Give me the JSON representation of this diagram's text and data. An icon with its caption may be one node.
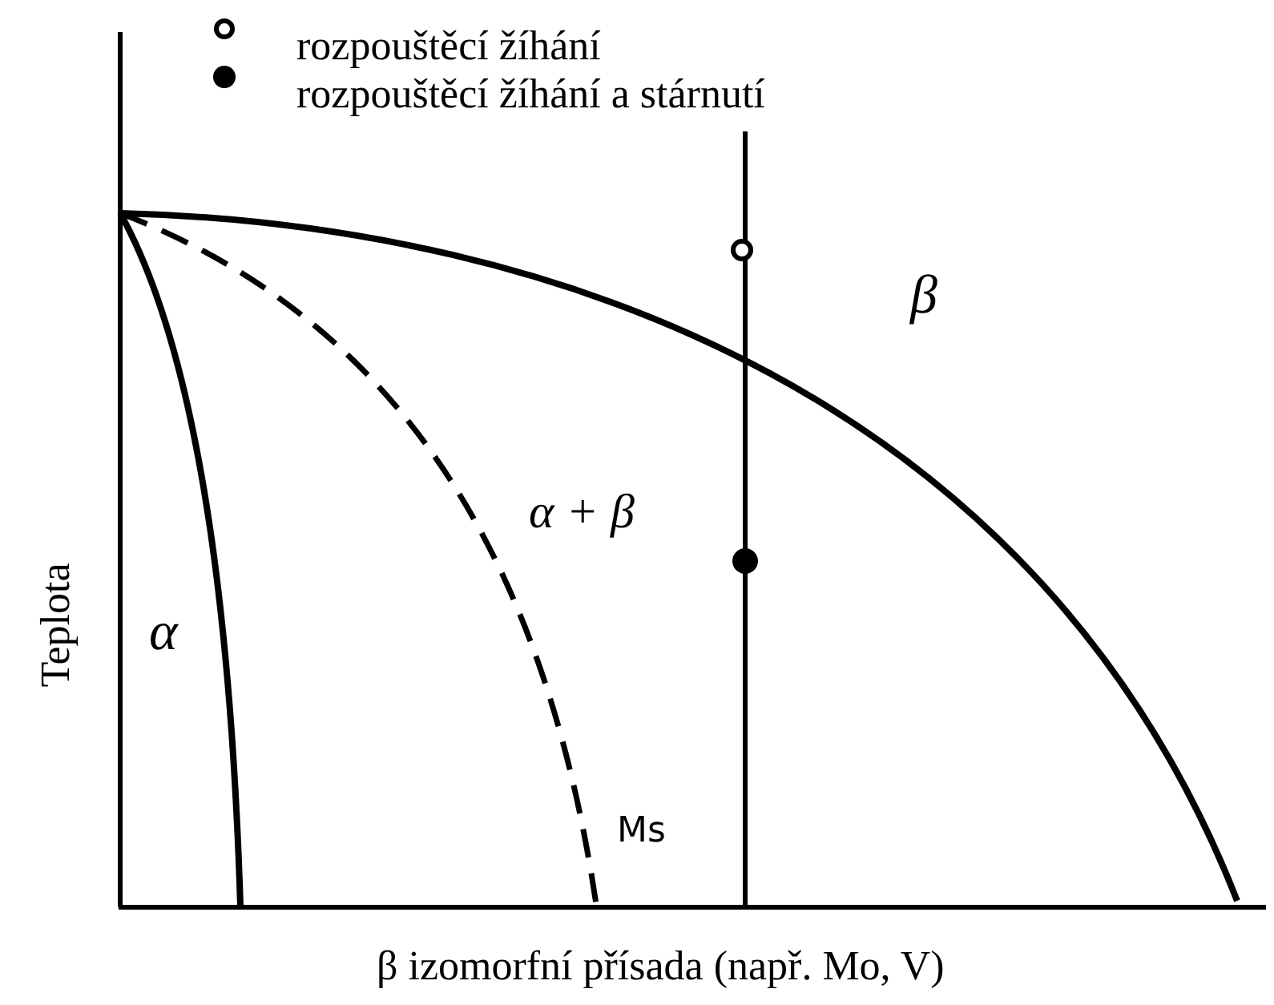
{
  "diagram": {
    "labels": [
      "β",
      "α + β",
      "α",
      "Ms",
      "Teplota",
      "β izomorfní přísada (např. Mo, V)"
    ],
    "legend": [
      {
        "text": "rozpouštěcí žíhání"
      },
      {
        "text": "rozpouštěcí žíhání a stárnutí"
      }
    ]
  }
}
